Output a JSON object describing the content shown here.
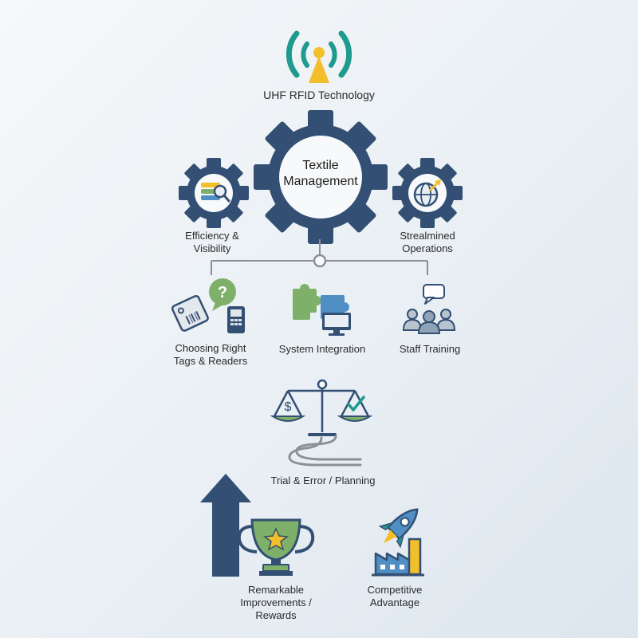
{
  "top": {
    "label": "UHF RFID Technology",
    "icon": "rfid-antenna-icon"
  },
  "center": {
    "line1": "Textile",
    "line2": "Management"
  },
  "left_gear": {
    "line1": "Efficiency &",
    "line2": "Visibility",
    "icon": "database-search-icon"
  },
  "right_gear": {
    "line1": "Strealmined",
    "line2": "Operations",
    "icon": "globe-arrow-icon"
  },
  "challenges": [
    {
      "line1": "Choosing Right",
      "line2": "Tags & Readers",
      "icon": "tag-reader-question-icon"
    },
    {
      "line1": "System Integration",
      "line2": "",
      "icon": "puzzle-monitor-icon"
    },
    {
      "line1": "Staff Training",
      "line2": "",
      "icon": "team-chat-icon"
    }
  ],
  "planning": {
    "label": "Trial & Error / Planning",
    "icon": "balance-scale-icon"
  },
  "outcomes": [
    {
      "line1": "Remarkable",
      "line2": "Improvements /",
      "line3": "Rewards",
      "icon": "trophy-star-icon"
    },
    {
      "line1": "Competitive",
      "line2": "Advantage",
      "icon": "rocket-factory-icon"
    }
  ],
  "colors": {
    "navy": "#334f74",
    "teal": "#1f9a8f",
    "gold": "#f2be2a",
    "green": "#7fb069",
    "blue": "#4f8fc4",
    "gray": "#7b7f85"
  }
}
